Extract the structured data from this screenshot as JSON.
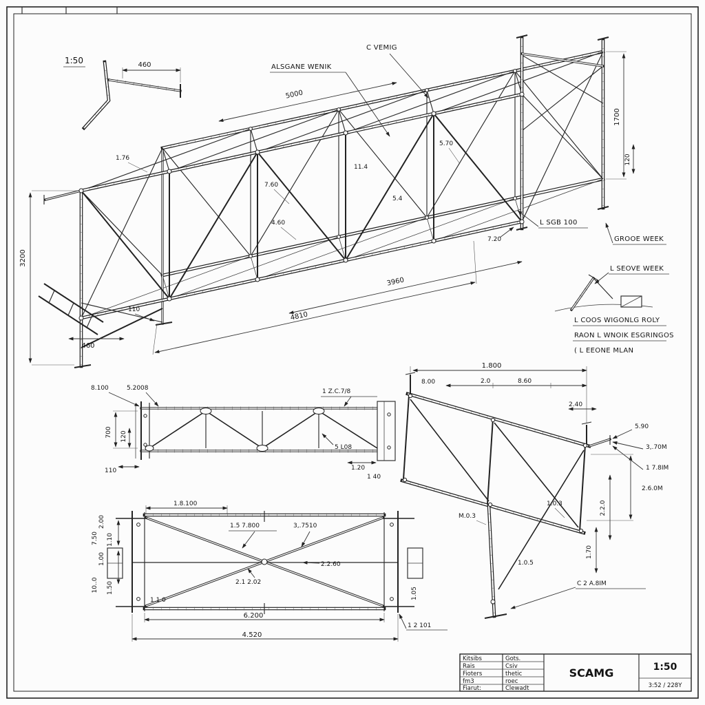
{
  "detail": {
    "scale_label": "1:50",
    "dim_460": "460"
  },
  "iso": {
    "labels": {
      "c_vemig": "C VEMIG",
      "alsgane": "ALSGANE WENIK",
      "l_sgb": "L SGB 100",
      "grooe": "GROOE WEEK",
      "l_seove": "L SEOVE WEEK",
      "l_coos": "L COOS WIGONLG ROLY",
      "raon": "RAON L WNOIK ESGRINGOS",
      "l_eeone": "( L EEONE MLAN"
    },
    "dims": {
      "d5000": "5000",
      "d1700": "1700",
      "d120": "120",
      "d3200": "3200",
      "d460": "460",
      "d110": "110",
      "d4810": "4810",
      "d3960": "3960",
      "d720": "7.20",
      "d176": "1.76",
      "d760": "7.60",
      "d460b": "4.60",
      "d570": "5.70",
      "d114": "11.4",
      "d54": "5.4"
    }
  },
  "side": {
    "dims": {
      "d8100": "8.100",
      "d5200": "5.2008",
      "dzc": "1 Z.C.7/8",
      "d700": "700",
      "d120": "120",
      "d110": "110",
      "d508": "5 L08",
      "d120b": "1.20",
      "d140": "1 40"
    }
  },
  "plan": {
    "dims": {
      "d18100": "1.8.100",
      "d200": "2.00",
      "d750": "7.50",
      "d110": "1.10",
      "d100": "1.00",
      "d1000": "10..0",
      "d150": "1.50",
      "d157800": "1.5 7.800",
      "d37510": "3,.7510",
      "d2102": "2.1 2.02",
      "d2260": "2.2.60",
      "d6200": "6.200",
      "d4520": "4.520",
      "d12101": "1 2 101",
      "d105": "1.05",
      "d110b": "1.1 0"
    }
  },
  "frame": {
    "dims": {
      "d1800": "1.800",
      "d800": "8.00",
      "d20": "2.0",
      "d860": "8.60",
      "d240": "2.40",
      "d590": "5.90",
      "d370": "3,.70M",
      "d178": "1 7.8IM",
      "d260": "2.6.0M",
      "d103": "1.0.3",
      "d220": "2.2.0",
      "d170": "1.70",
      "d105": "1.0.5",
      "dc2a": "C 2 A.8IM",
      "dm03": "M.0.3"
    }
  },
  "title_block": {
    "r1c1": "Kitsibs",
    "r1c2": "Gots.",
    "r2c1": "Rais",
    "r2c2": "Csiv",
    "r3c1": "Fioters",
    "r3c2": "thetic",
    "r4c1": "fm3",
    "r4c2": "roec",
    "r5c1": "Fiarut:",
    "r5c2": "Clewadt",
    "name": "SCAMG",
    "scale": "1:50",
    "doc_no": "3:52 / 228Y"
  }
}
